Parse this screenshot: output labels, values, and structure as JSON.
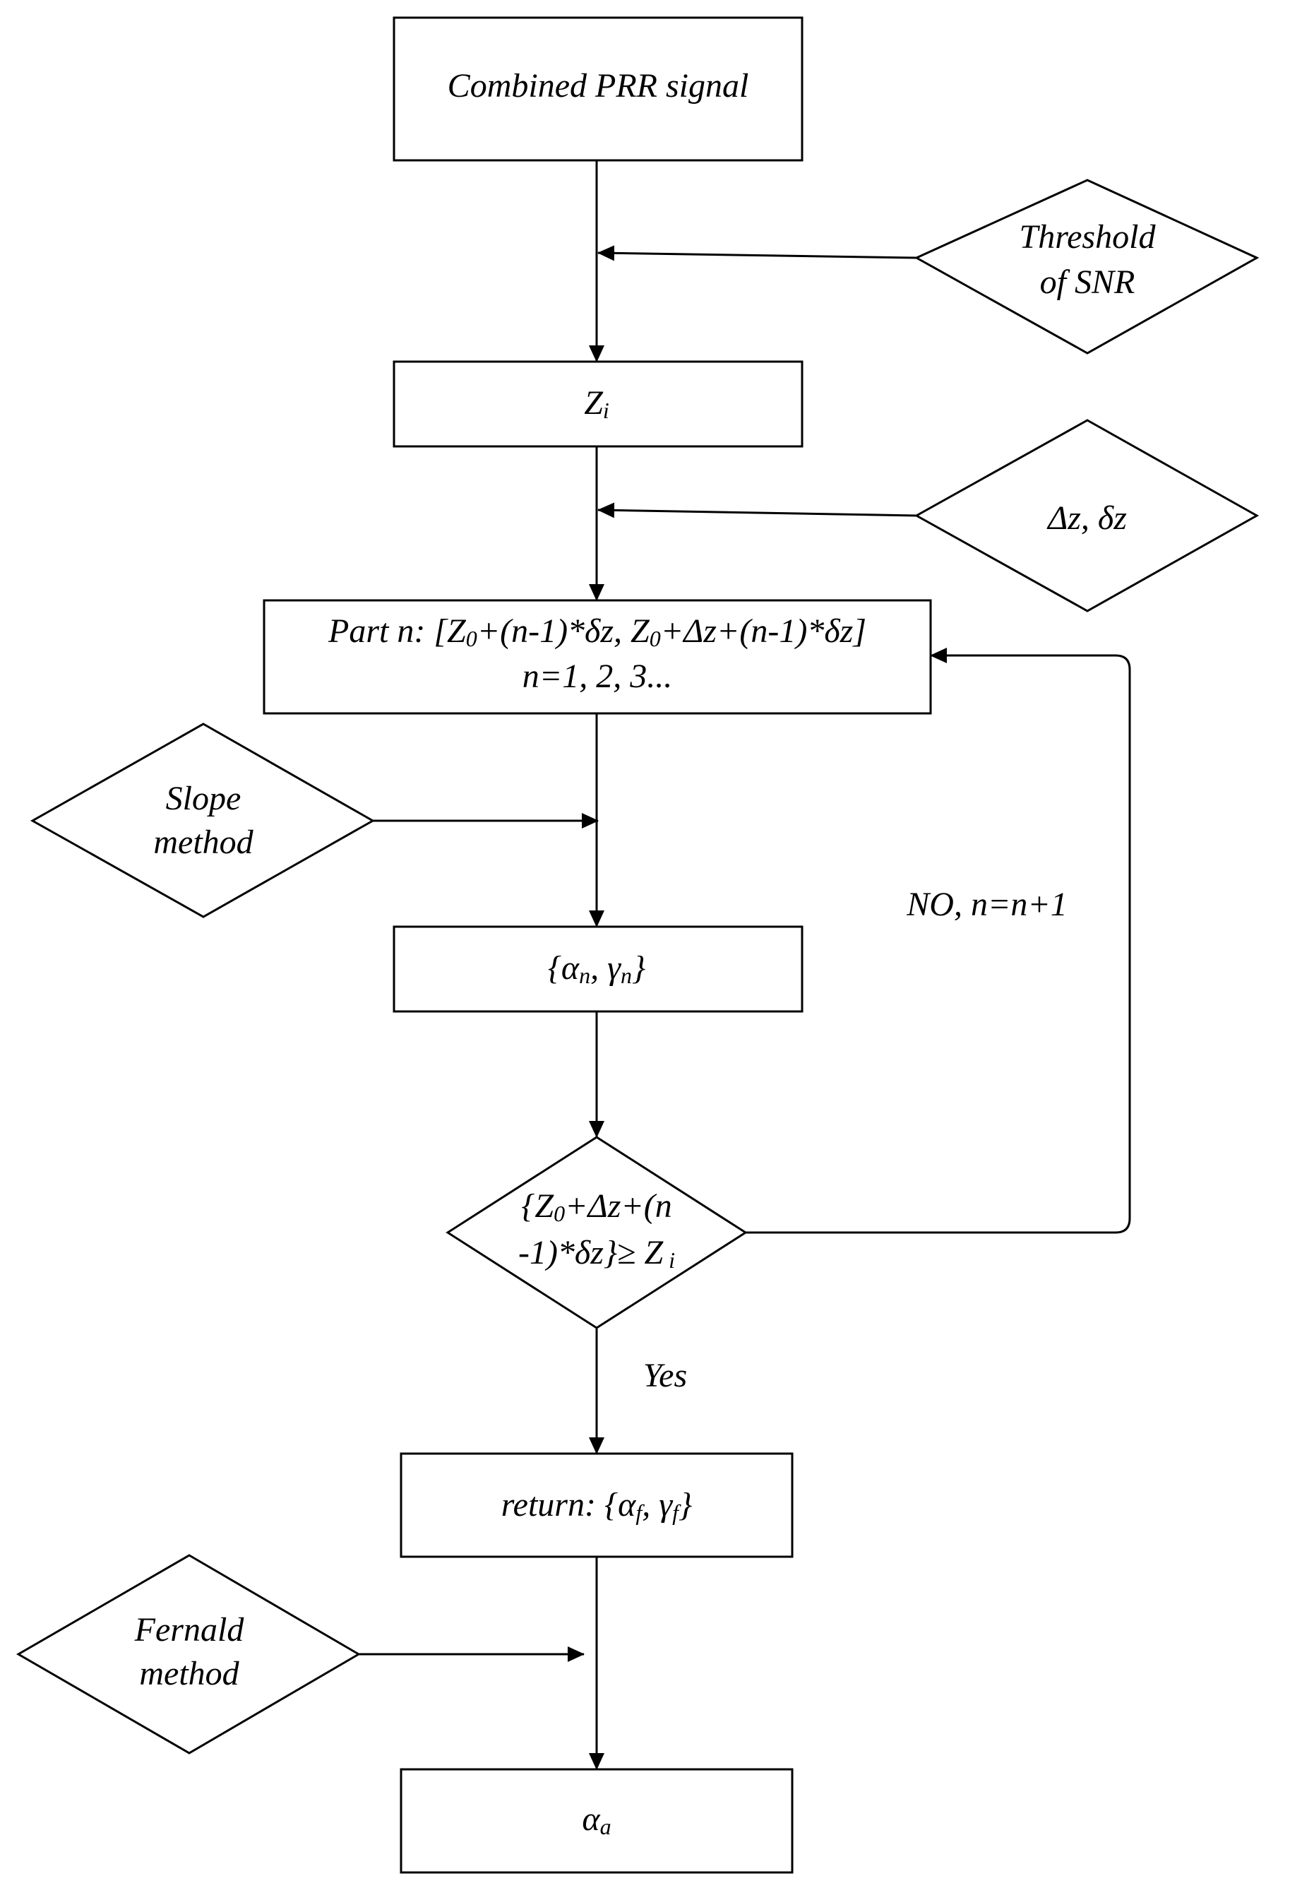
{
  "nodes": {
    "combined_signal": {
      "text": "Combined PRR signal"
    },
    "threshold": {
      "line1": "Threshold",
      "line2": "of SNR"
    },
    "zi": {
      "base": "Z",
      "sub": "i"
    },
    "delta": {
      "text": "Δz, δz"
    },
    "part_n": {
      "line1": {
        "a": "Part n: [Z",
        "a_sub": "0",
        "b": "+(n-1)*δz, Z",
        "b_sub": "0",
        "c": "+Δz+(n-1)*δz]"
      },
      "line2": "n=1, 2, 3..."
    },
    "slope": {
      "line1": "Slope",
      "line2": "method"
    },
    "alpha_gamma_n": {
      "a": "{α",
      "a_sub": "n",
      "b": ", γ",
      "b_sub": "n",
      "c": "}"
    },
    "condition": {
      "line1": {
        "a": "{Z",
        "a_sub": "0",
        "b": "+Δz+(n"
      },
      "line2": {
        "a": "-1)*δz}≥ Z",
        "a_sub": " i"
      }
    },
    "return_f": {
      "a": "return: {α",
      "a_sub": "f",
      "b": ", γ",
      "b_sub": "f",
      "c": "}"
    },
    "fernald": {
      "line1": "Fernald",
      "line2": "method"
    },
    "alpha_a": {
      "a": "α",
      "a_sub": "a"
    }
  },
  "edges": {
    "no_label": "NO, n=n+1",
    "yes_label": "Yes"
  }
}
